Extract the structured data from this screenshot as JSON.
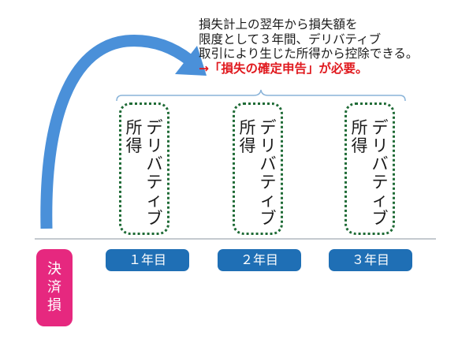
{
  "note": {
    "line1": "損失計上の翌年から損失額を",
    "line2": "限度として３年間、デリバティブ",
    "line3": "取引により生じた所得から控除できる。",
    "highlight": "→「損失の確定申告」が必要。"
  },
  "income_boxes": [
    {
      "col1": "デリバティブ",
      "col2": "所得"
    },
    {
      "col1": "デリバティブ",
      "col2": "所得"
    },
    {
      "col1": "デリバティブ",
      "col2": "所得"
    }
  ],
  "years": [
    "１年目",
    "２年目",
    "３年目"
  ],
  "loss_label": "決済損",
  "colors": {
    "arrow": "#4a90d9",
    "year_pill": "#1f6fb5",
    "loss_pill": "#e6287f",
    "box_border": "#1f6b36",
    "highlight": "#e0191e",
    "timeline": "#b0b8bf",
    "brace": "#8ab4d9"
  }
}
